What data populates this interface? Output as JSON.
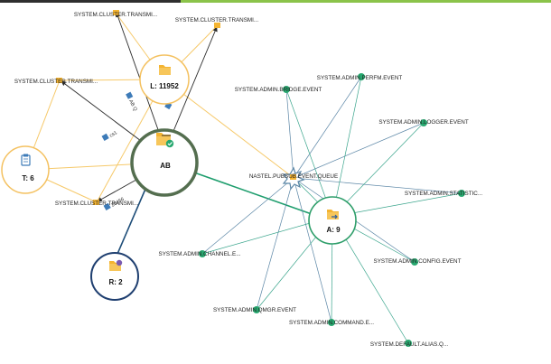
{
  "colors": {
    "orange_edge": "#f6c96a",
    "dark_edge": "#2a2a2a",
    "green_edge": "#1f9e6e",
    "teal_edge": "#3aa58c",
    "blue_edge": "#5b86a6",
    "navy_edge": "#1f4e79",
    "ab_ring": "#546e4f",
    "orange_ring": "#f4c160",
    "green_ring": "#2e9e6a",
    "navy_ring": "#1f3f70",
    "green_dot": "#27a86f",
    "folder": "#f4b431"
  },
  "nodes": {
    "ab": "AB",
    "l": "L: 11952",
    "t": "T: 6",
    "r": "R: 2",
    "a": "A: 9"
  },
  "labels": {
    "transmit_top1": "SYSTEM.CLUSTER.TRANSMI...",
    "transmit_top2": "SYSTEM.CLUSTER.TRANSMI...",
    "transmit_left": "SYSTEM.CLUSTER.TRANSMI...",
    "transmit_bottom": "SYSTEM.CLUSTER.TRANSMI...",
    "pubsub": "NASTEL.PUBSUB.EVENT.QUEUE",
    "admin_perfm": "SYSTEM.ADMIN.PERFM.EVENT",
    "admin_bridge": "SYSTEM.ADMIN.BRIDGE.EVENT",
    "admin_logger": "SYSTEM.ADMIN.LOGGER.EVENT",
    "admin_statistic": "SYSTEM.ADMIN.STATISTIC...",
    "admin_channel": "SYSTEM.ADMIN.CHANNEL.E...",
    "admin_config": "SYSTEM.ADMIN.CONFIG.EVENT",
    "admin_qmgr": "SYSTEM.ADMIN.QMGR.EVENT",
    "admin_command": "SYSTEM.ADMIN.COMMAND.E...",
    "default_alias": "SYSTEM.DEFAULT.ALIAS.Q..."
  },
  "edge_labels": {
    "ab_q": "AB Q",
    "cs1": "cs1",
    "e23456": "23456"
  }
}
